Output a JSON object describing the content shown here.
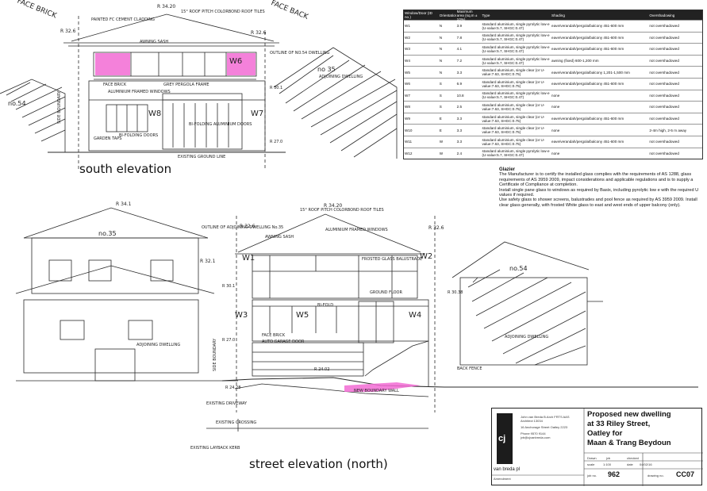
{
  "south_elevation": {
    "title": "south elevation",
    "neighbour_left": "no.54",
    "neighbour_right": "no 35",
    "neighbour_right_sub": "ADJOINING DWELLING",
    "rl_ridge": "R 34.20",
    "rl_left": "R 32.6",
    "rl_right": "R 32.6",
    "rl_floor": "R 30.1",
    "rl_ground": "R 27.0",
    "face_brick_left": "FACE BRICK",
    "face_brick_right": "FACE BACK",
    "window_w6": "W6",
    "window_w7": "W7",
    "window_w8": "W8",
    "notes": [
      "PAINTED FC CEMENT CLADDING",
      "15° ROOF PITCH COLORBOND ROOF TILES",
      "AWNING SASH",
      "OUTLINE OF NO.54 DWELLING",
      "FACE BRICK",
      "ALUMINIUM FRAMED WINDOWS",
      "GREY PERGOLA FRAME",
      "BI-FOLDING ALUMINIUM DOORS",
      "BI-FOLDING DOORS",
      "SIDE BOUNDARY",
      "GARDEN TAPS",
      "EXISTING GROUND LINE"
    ]
  },
  "street_elevation": {
    "title": "street elevation (north)",
    "neighbour_left": "no.35",
    "neighbour_left_sub": "ADJOINING DWELLING",
    "neighbour_right": "no.54",
    "neighbour_right_sub": "ADJOINING DWELLING",
    "rl_ridge": "R 34.20",
    "rl_left_roof": "R 32.6",
    "rl_right_roof": "R 32.6",
    "rl_neighbour_left": "R 34.1",
    "rl_neighbour_right": "R 32.1",
    "rl_floor1": "R 30.1",
    "rl_floor0": "R 27.0",
    "rl_garage": "R 24.28",
    "rl_ground": "R 24.02",
    "rl_right_low": "R 30.38",
    "windows": [
      "W1",
      "W2",
      "W3",
      "W4",
      "W5"
    ],
    "notes": [
      "OUTLINE OF ADJOINING DWELLING No.35",
      "15° ROOF PITCH COLORBOND ROOF TILES",
      "AWNING SASH",
      "ALUMINIUM FRAMED WINDOWS",
      "FROSTED GLASS BALUSTRADE",
      "FACE BRICK",
      "AUTO GARAGE DOOR",
      "GROUND FLOOR",
      "BI-FOLD",
      "SIDE BOUNDARY",
      "BACK FENCE",
      "EXISTING DRIVEWAY",
      "EXISTING CROSSING",
      "EXISTING LAYBACK KERB",
      "NEW BOUNDARY WALL"
    ]
  },
  "schedule": {
    "headers": [
      "Window/Door (ID no.)",
      "Orientation",
      "Maximum area (sq.m ± 10%)",
      "Type",
      "Shading",
      "Overshadowing"
    ],
    "rows": [
      [
        "W1",
        "N",
        "3.9",
        "standard aluminium, single pyrolytic low-e (U-value:5.7, SHGC:0.47)",
        "eave/verandah/pergola/balcony 451-600 mm",
        "not overshadowed"
      ],
      [
        "W2",
        "N",
        "7.8",
        "standard aluminium, single pyrolytic low-e (U-value:5.7, SHGC:0.47)",
        "eave/verandah/pergola/balcony 451-600 mm",
        "not overshadowed"
      ],
      [
        "W3",
        "N",
        "4.1",
        "standard aluminium, single pyrolytic low-e (U-value:5.7, SHGC:0.47)",
        "eave/verandah/pergola/balcony 451-600 mm",
        "not overshadowed"
      ],
      [
        "W4",
        "N",
        "7.2",
        "standard aluminium, single pyrolytic low-e (U-value:5.7, SHGC:0.47)",
        "awning (fixed) 600-1,200 mm",
        "not overshadowed"
      ],
      [
        "W5",
        "N",
        "3.3",
        "standard aluminium, single clear (or U-value:7.63, SHGC:0.75)",
        "eave/verandah/pergola/balcony 1,201-1,500 mm",
        "not overshadowed"
      ],
      [
        "W6",
        "S",
        "6.9",
        "standard aluminium, single clear (or U-value:7.63, SHGC:0.75)",
        "eave/verandah/pergola/balcony 451-600 mm",
        "not overshadowed"
      ],
      [
        "W7",
        "S",
        "10.8",
        "standard aluminium, single pyrolytic low-e (U-value:5.7, SHGC:0.47)",
        "none",
        "not overshadowed"
      ],
      [
        "W8",
        "S",
        "2.5",
        "standard aluminium, single clear (or U-value:7.63, SHGC:0.75)",
        "none",
        "not overshadowed"
      ],
      [
        "W9",
        "E",
        "3.3",
        "standard aluminium, single clear (or U-value:7.63, SHGC:0.75)",
        "eave/verandah/pergola/balcony 451-600 mm",
        "not overshadowed"
      ],
      [
        "W10",
        "E",
        "3.3",
        "standard aluminium, single clear (or U-value:7.63, SHGC:0.75)",
        "none",
        "2-4m high, 2-5 m away"
      ],
      [
        "W11",
        "W",
        "3.3",
        "standard aluminium, single clear (or U-value:7.63, SHGC:0.75)",
        "eave/verandah/pergola/balcony 451-600 mm",
        "not overshadowed"
      ],
      [
        "W12",
        "W",
        "2.4",
        "standard aluminium, single pyrolytic low-e (U-value:5.7, SHGC:0.47)",
        "none",
        "not overshadowed"
      ]
    ]
  },
  "glazier": {
    "title": "Glazier",
    "lines": [
      "The Manufacturer is to certify the installed glass complies with the requirements of AS 1288, glass requirements of AS 3959 2009, impact considerations and applicable regulations and is to supply a Certificate of Compliance at completion.",
      "Install single pane glass to windows as required by Basix, including pyrolytic low e with the required U values if required.",
      "Use safety glass to shower screens, balustrades and pool fence as required by AS 3959 2009. Install clear glass generally, with frosted White glass to east and west ends of upper balcony (only)."
    ]
  },
  "title_block": {
    "logo": "cj",
    "firm": "van breda pl",
    "address": [
      "John van Breda B.Arch FRTS AAS",
      "Architect 13034",
      "16 Anchorage Street Oatley 2223",
      "Phone 9570 9144",
      "jvb@cjvanbreda.com"
    ],
    "project": [
      "Proposed new dwelling",
      "at 33 Riley Street,",
      "Oatley for",
      "Maan & Trang Beydoun"
    ],
    "drawn_label": "Drawn",
    "drawn_value": "jvb",
    "checked_label": "checked",
    "scale_label": "scale",
    "scale_value": "1:100",
    "date_label": "date",
    "date_value": "04/02/16",
    "job_label": "job no.",
    "job_value": "962",
    "drawing_label": "drawing no.",
    "drawing_value": "CC07",
    "amendment_label": "Amendment"
  },
  "colors": {
    "line": "#2a2a2a",
    "highlight": "#f26bd4",
    "schedule_header": "#222222"
  }
}
